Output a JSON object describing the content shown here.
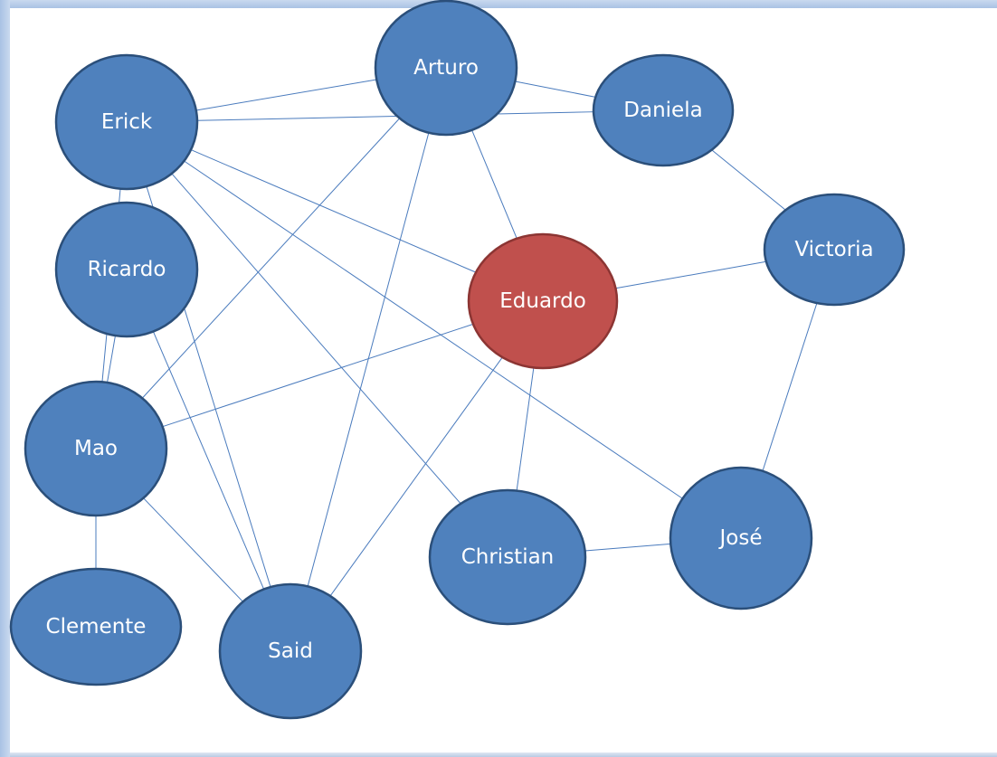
{
  "colors": {
    "node_fill": "#4f81bd",
    "node_stroke": "#2b4f7a",
    "highlight_fill": "#c0504d",
    "highlight_stroke": "#8c3533",
    "edge": "#4a7bbd",
    "label": "#ffffff"
  },
  "nodes": [
    {
      "id": "arturo",
      "label": "Arturo",
      "highlight": false
    },
    {
      "id": "erick",
      "label": "Erick",
      "highlight": false
    },
    {
      "id": "daniela",
      "label": "Daniela",
      "highlight": false
    },
    {
      "id": "victoria",
      "label": "Victoria",
      "highlight": false
    },
    {
      "id": "ricardo",
      "label": "Ricardo",
      "highlight": false
    },
    {
      "id": "eduardo",
      "label": "Eduardo",
      "highlight": true
    },
    {
      "id": "mao",
      "label": "Mao",
      "highlight": false
    },
    {
      "id": "jose",
      "label": "José",
      "highlight": false
    },
    {
      "id": "christian",
      "label": "Christian",
      "highlight": false
    },
    {
      "id": "clemente",
      "label": "Clemente",
      "highlight": false
    },
    {
      "id": "said",
      "label": "Said",
      "highlight": false
    }
  ],
  "edges": [
    [
      "erick",
      "arturo"
    ],
    [
      "erick",
      "daniela"
    ],
    [
      "erick",
      "eduardo"
    ],
    [
      "erick",
      "christian"
    ],
    [
      "erick",
      "jose"
    ],
    [
      "erick",
      "said"
    ],
    [
      "erick",
      "mao"
    ],
    [
      "arturo",
      "daniela"
    ],
    [
      "arturo",
      "eduardo"
    ],
    [
      "arturo",
      "mao"
    ],
    [
      "arturo",
      "said"
    ],
    [
      "daniela",
      "victoria"
    ],
    [
      "victoria",
      "eduardo"
    ],
    [
      "victoria",
      "jose"
    ],
    [
      "ricardo",
      "mao"
    ],
    [
      "ricardo",
      "said"
    ],
    [
      "eduardo",
      "mao"
    ],
    [
      "eduardo",
      "said"
    ],
    [
      "eduardo",
      "christian"
    ],
    [
      "mao",
      "clemente"
    ],
    [
      "mao",
      "said"
    ],
    [
      "christian",
      "jose"
    ]
  ]
}
